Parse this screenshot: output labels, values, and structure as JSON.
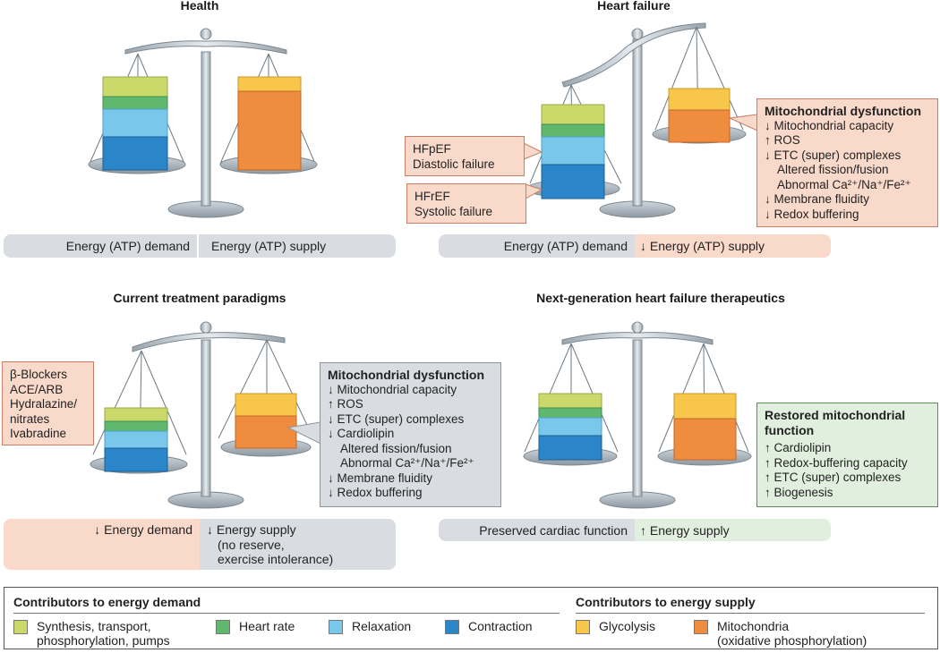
{
  "colors": {
    "synthesis": "#cbd96b",
    "heart_rate": "#5fb86e",
    "relaxation": "#79c7ea",
    "contraction": "#2a86c8",
    "glycolysis": "#f9c64c",
    "mitochondria": "#f08c3e",
    "pink_panel": "#f9d9ca",
    "grey_panel": "#d9dde1",
    "green_panel": "#e1f0de"
  },
  "panels": {
    "health": {
      "title": "Health",
      "bar_left": "Energy (ATP) demand",
      "bar_right": "Energy (ATP) supply"
    },
    "heart_failure": {
      "title": "Heart failure",
      "bar_left": "Energy (ATP) demand",
      "bar_right": "↓ Energy (ATP) supply",
      "hfpef": [
        "HFpEF",
        "Diastolic failure"
      ],
      "hfref": [
        "HFrEF",
        "Systolic failure"
      ],
      "callout_title": "Mitochondrial dysfunction",
      "callout_lines": [
        "↓ Mitochondrial capacity",
        "↑ ROS",
        "↓ ETC (super) complexes",
        "Altered fission/fusion",
        "Abnormal Ca²⁺/Na⁺/Fe²⁺",
        "↓ Membrane fluidity",
        "↓ Redox buffering"
      ]
    },
    "current": {
      "title": "Current treatment paradigms",
      "drugs": [
        "β-Blockers",
        "ACE/ARB",
        "Hydralazine/",
        "nitrates",
        "Ivabradine"
      ],
      "callout_title": "Mitochondrial dysfunction",
      "callout_lines": [
        "↓ Mitochondrial capacity",
        "↑ ROS",
        "↓ ETC (super) complexes",
        "↓ Cardiolipin",
        "Altered fission/fusion",
        "Abnormal Ca²⁺/Na⁺/Fe²⁺",
        "↓ Membrane fluidity",
        "↓ Redox buffering"
      ],
      "bar_left": "↓ Energy demand",
      "bar_right": [
        "↓ Energy supply",
        "(no reserve,",
        "exercise intolerance)"
      ]
    },
    "next_gen": {
      "title": "Next-generation heart failure therapeutics",
      "callout_title": [
        "Restored mitochondrial",
        "function"
      ],
      "callout_lines": [
        "↑ Cardiolipin",
        "↑ Redox-buffering capacity",
        "↑ ETC (super) complexes",
        "↑ Biogenesis"
      ],
      "bar_left": "Preserved cardiac function",
      "bar_right": "↑ Energy supply"
    }
  },
  "legend": {
    "demand_title": "Contributors to energy demand",
    "supply_title": "Contributors to energy supply",
    "synthesis": [
      "Synthesis, transport,",
      "phosphorylation, pumps"
    ],
    "heart_rate": "Heart rate",
    "relaxation": "Relaxation",
    "contraction": "Contraction",
    "glycolysis": "Glycolysis",
    "mitochondria": [
      "Mitochondria",
      "(oxidative phosphorylation)"
    ]
  }
}
